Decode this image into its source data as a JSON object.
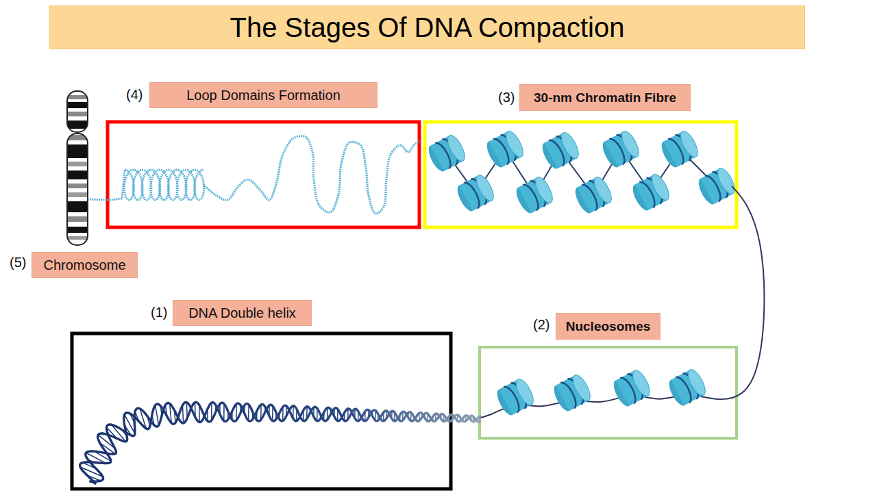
{
  "diagram": {
    "title": "The Stages Of DNA Compaction",
    "nodes": [
      {
        "text": [
          "Loop Domains Formation"
        ]
      },
      {
        "text": [
          "30-nm Chromatin Fibre"
        ]
      },
      {
        "text": [
          "Chromosome"
        ]
      },
      {
        "text": [
          "DNA Double helix"
        ]
      },
      {
        "text": [
          "Nucleosomes"
        ]
      }
    ],
    "labels": [
      "(4)",
      "(3)",
      "(5)",
      "(1)",
      "(2)"
    ]
  }
}
